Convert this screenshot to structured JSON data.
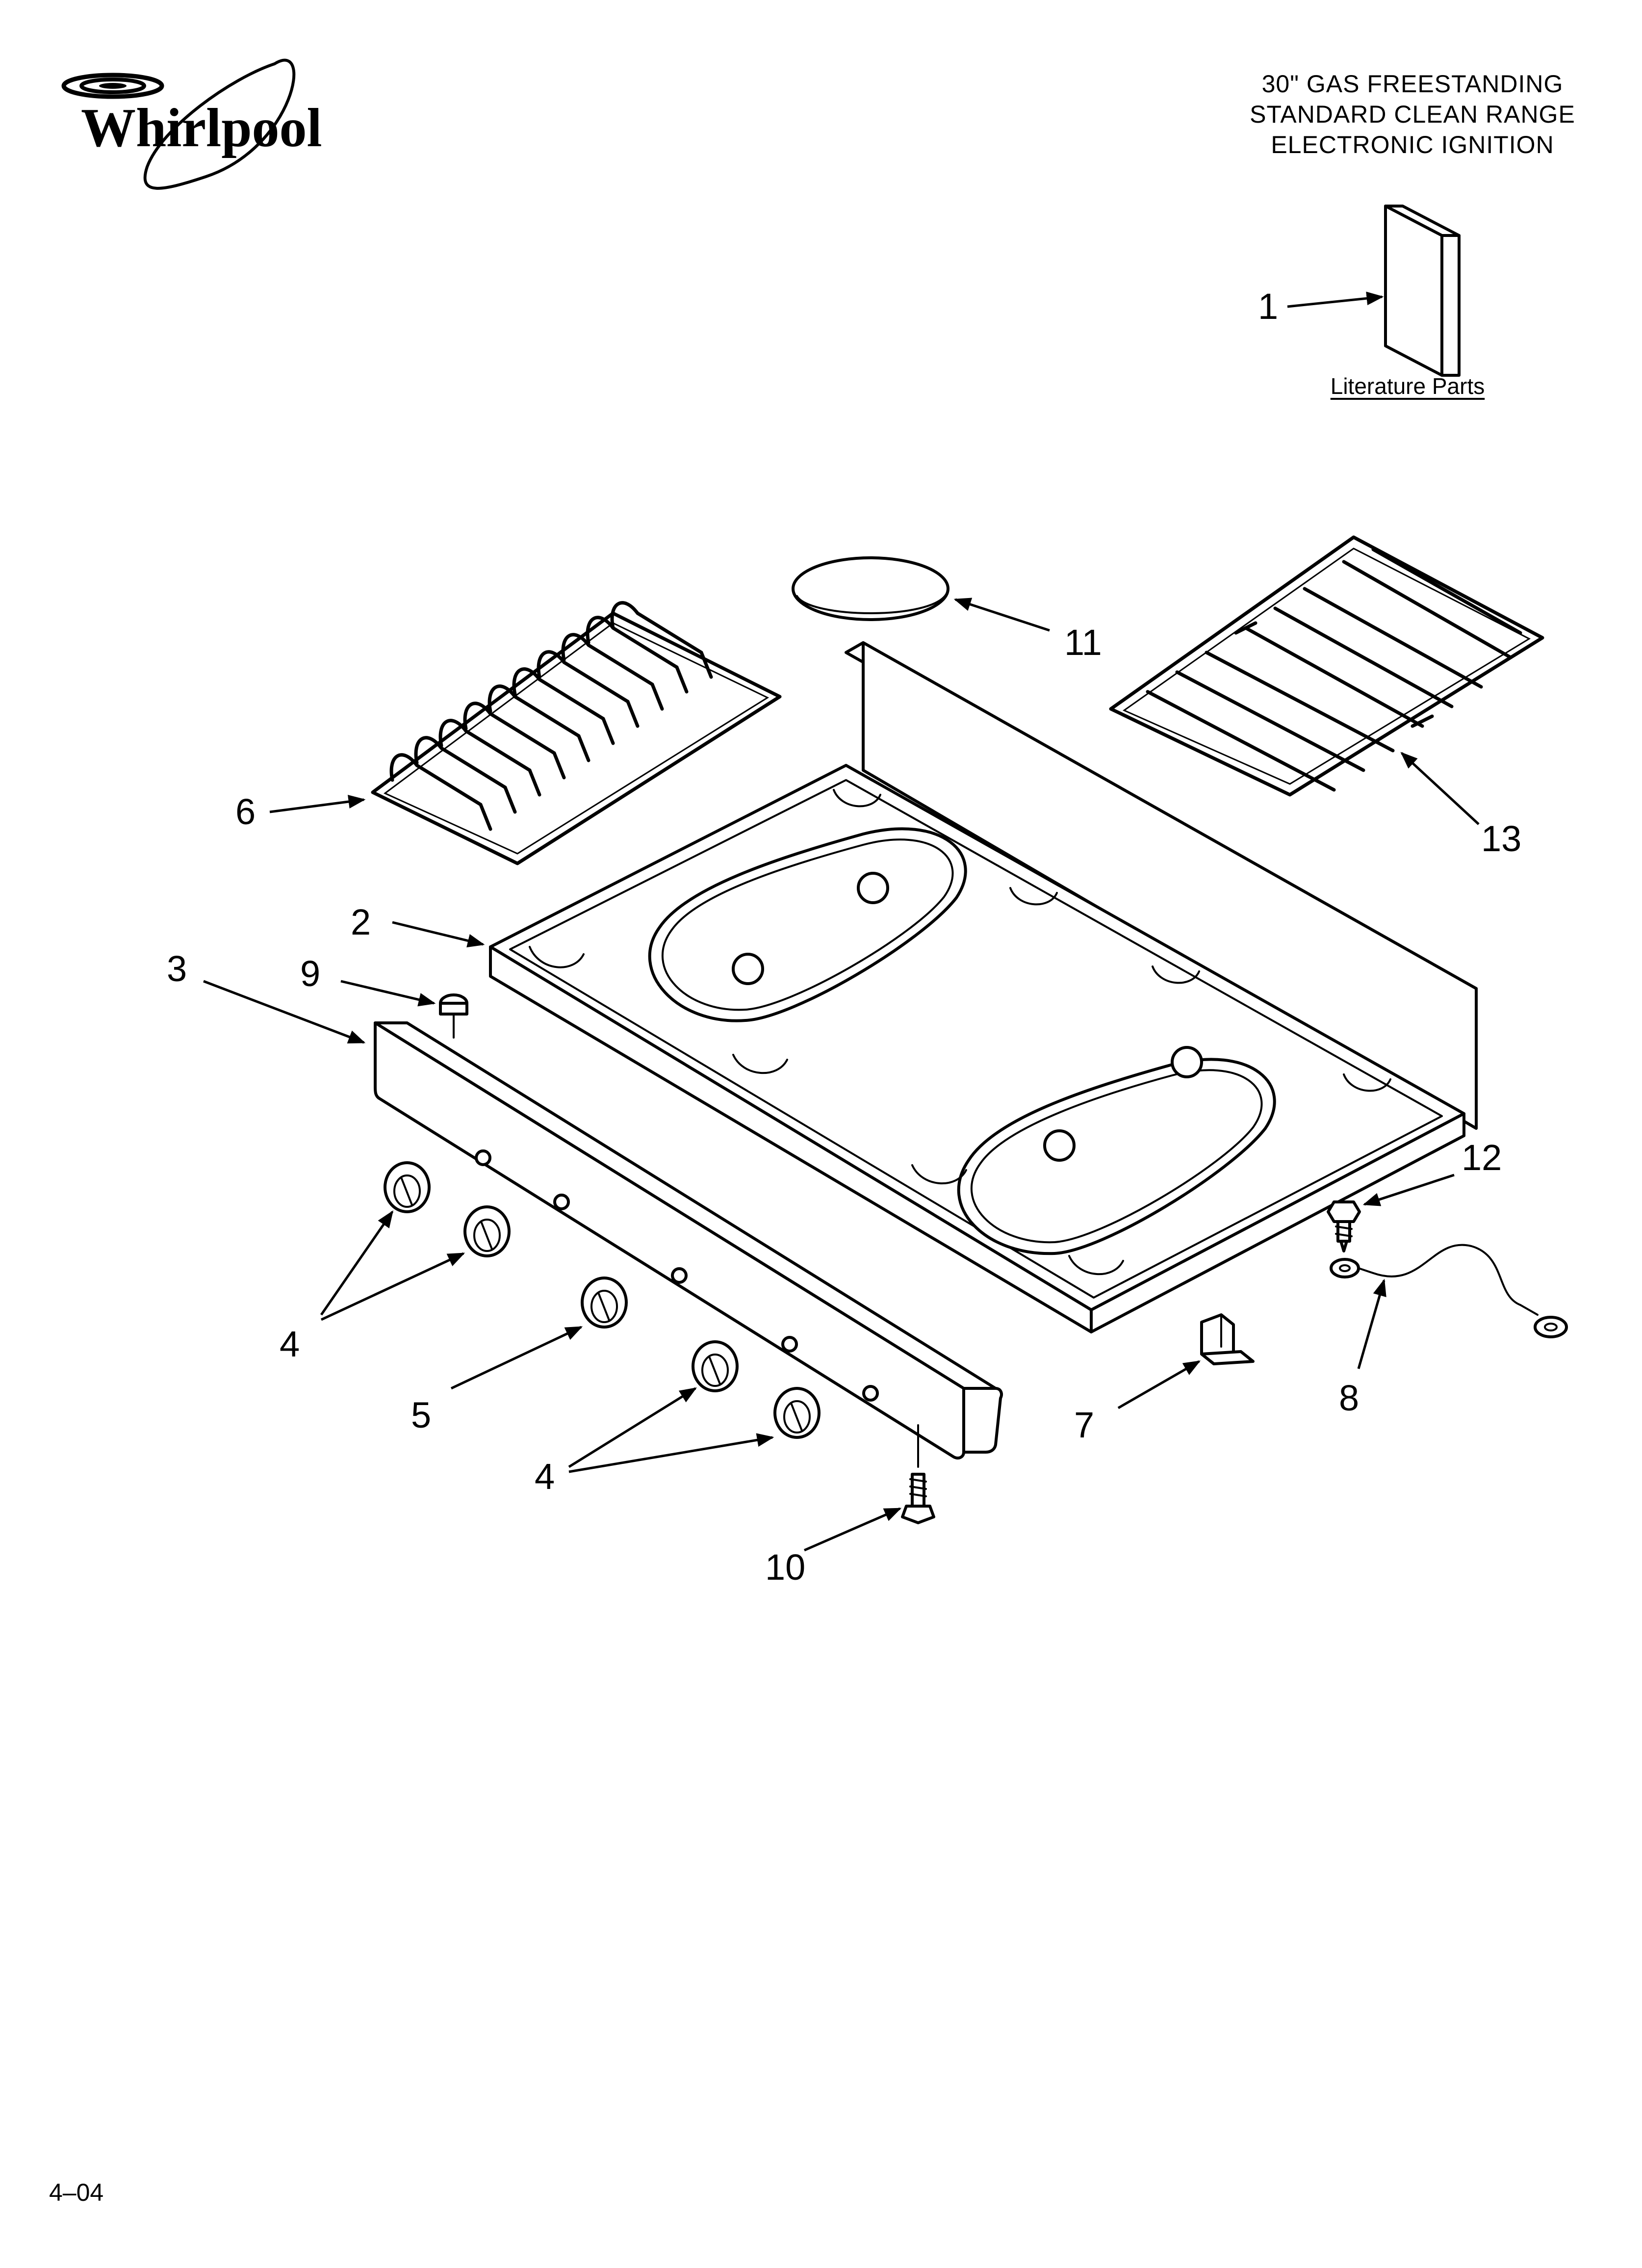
{
  "brand": {
    "name": "Whirlpool"
  },
  "title": {
    "lines": [
      "30\" GAS FREESTANDING",
      "STANDARD CLEAN RANGE",
      "ELECTRONIC IGNITION"
    ]
  },
  "literature": {
    "label": "Literature Parts"
  },
  "footer": {
    "revision": "4–04"
  },
  "callouts": {
    "c1": "1",
    "c2": "2",
    "c3": "3",
    "c4a": "4",
    "c4b": "4",
    "c5": "5",
    "c6": "6",
    "c7": "7",
    "c8": "8",
    "c9": "9",
    "c10": "10",
    "c11": "11",
    "c12": "12",
    "c13": "13"
  },
  "icons": {
    "logo": "whirlpool-swirl-logo",
    "literature": "literature-booklet-icon",
    "arrows": "arrowhead-icon"
  },
  "colors": {
    "ink": "#000000",
    "paper": "#ffffff"
  }
}
